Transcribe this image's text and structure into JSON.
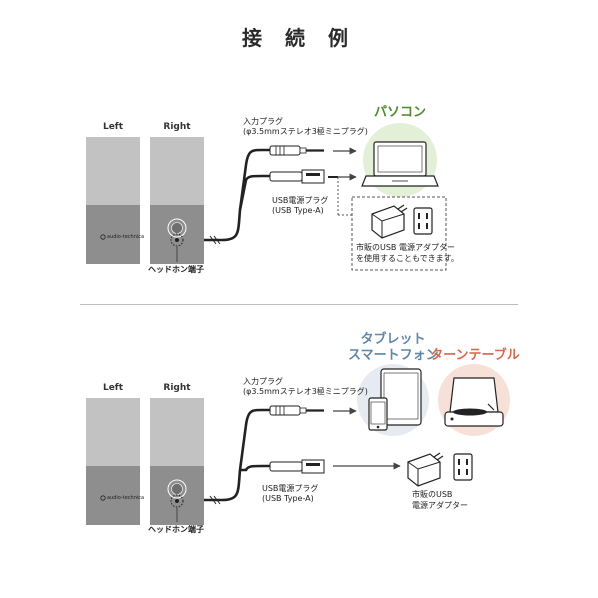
{
  "title": "接 続 例",
  "section1": {
    "left_label": "Left",
    "right_label": "Right",
    "input_plug_line1": "入力プラグ",
    "input_plug_line2": "(φ3.5mmステレオ3極ミニプラグ)",
    "usb_plug_line1": "USB電源プラグ",
    "usb_plug_line2": "(USB Type-A)",
    "headphone_label": "ヘッドホン端子",
    "device_label": "パソコン",
    "adapter_line1": "市販のUSB 電源アダプターを",
    "adapter_line1a": "市販のUSB 電源アダプター",
    "adapter_line2": "を使用することもできます。",
    "brand": "audio-technica"
  },
  "section2": {
    "left_label": "Left",
    "right_label": "Right",
    "input_plug_line1": "入力プラグ",
    "input_plug_line2": "(φ3.5mmステレオ3極ミニプラグ)",
    "usb_plug_line1": "USB電源プラグ",
    "usb_plug_line2": "(USB Type-A)",
    "headphone_label": "ヘッドホン端子",
    "tablet_label_line1": "タブレット",
    "tablet_label_line2": "スマートフォン",
    "turntable_label": "ターンテーブル",
    "adapter_line1": "市販のUSB",
    "adapter_line2": "電源アダプター",
    "brand": "audio-technica"
  },
  "colors": {
    "pc_green": "#4e8a2c",
    "tablet_blue": "#5f87a8",
    "turntable_red": "#d2694a",
    "speaker_top": "#bfbfbf",
    "speaker_bottom": "#8e8e8e"
  }
}
